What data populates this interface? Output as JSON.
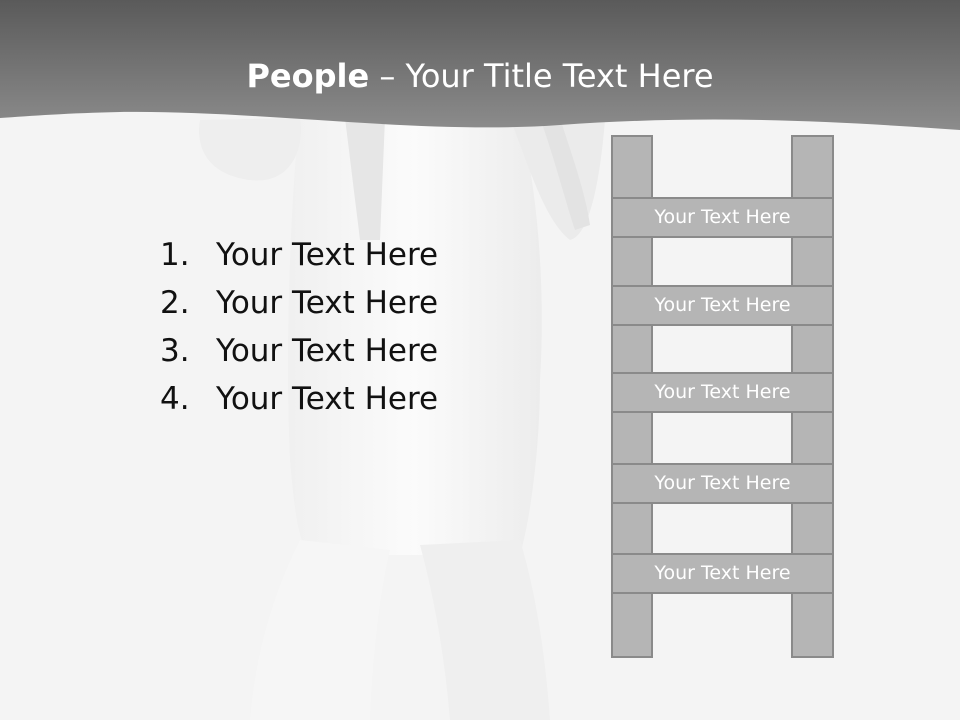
{
  "header": {
    "title_strong": "People",
    "title_rest": " – Your Title Text Here"
  },
  "numbered_list": [
    {
      "number": "1.",
      "text": "Your Text Here"
    },
    {
      "number": "2.",
      "text": "Your Text Here"
    },
    {
      "number": "3.",
      "text": "Your Text Here"
    },
    {
      "number": "4.",
      "text": "Your Text Here"
    }
  ],
  "ladder": {
    "rungs": [
      {
        "label": "Your Text Here"
      },
      {
        "label": "Your Text Here"
      },
      {
        "label": "Your Text Here"
      },
      {
        "label": "Your Text Here"
      },
      {
        "label": "Your Text Here"
      }
    ]
  },
  "colors": {
    "header_band": "#6e6e6e",
    "ladder_fill": "#b5b5b5",
    "ladder_border": "#8a8a8a",
    "background": "#f4f4f4"
  }
}
